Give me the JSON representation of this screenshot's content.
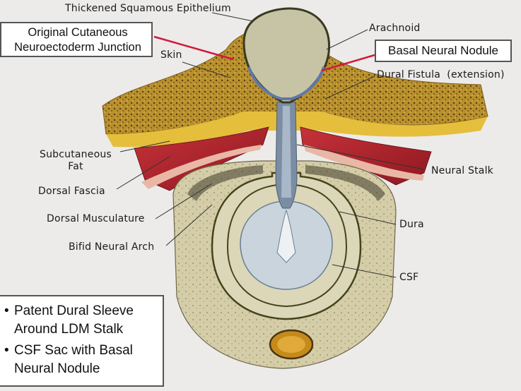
{
  "labels": {
    "thickened_epithelium": "Thickened Squamous Epithelium",
    "arachnoid": "Arachnoid",
    "skin": "Skin",
    "dural_fistula": "Dural Fistula  (extension)",
    "subcutaneous_fat_line1": "Subcutaneous",
    "subcutaneous_fat_line2": "Fat",
    "neural_stalk": "Neural Stalk",
    "dorsal_fascia": "Dorsal Fascia",
    "dorsal_musculature": "Dorsal Musculature",
    "dura": "Dura",
    "bifid_neural_arch": "Bifid Neural Arch",
    "csf": "CSF"
  },
  "boxes": {
    "junction_line1": "Original Cutaneous",
    "junction_line2": "Neuroectoderm Junction",
    "basal_nodule": "Basal Neural Nodule"
  },
  "notes": {
    "bullet_char": "•",
    "items": [
      {
        "line1": "Patent Dural Sleeve",
        "line2": "Around LDM Stalk"
      },
      {
        "line1": "CSF Sac with Basal",
        "line2": "Neural Nodule"
      }
    ]
  },
  "colors": {
    "background": "#ecebea",
    "skin_speckle": "#b08a2a",
    "fat": "#e8c13a",
    "muscle": "#b3202a",
    "bone": "#d6cfae",
    "sac_fill": "#d9d4b6",
    "dura_line": "#5a5a2a",
    "nerve": "#7b8da3",
    "highlight_line": "#d11a3a"
  }
}
